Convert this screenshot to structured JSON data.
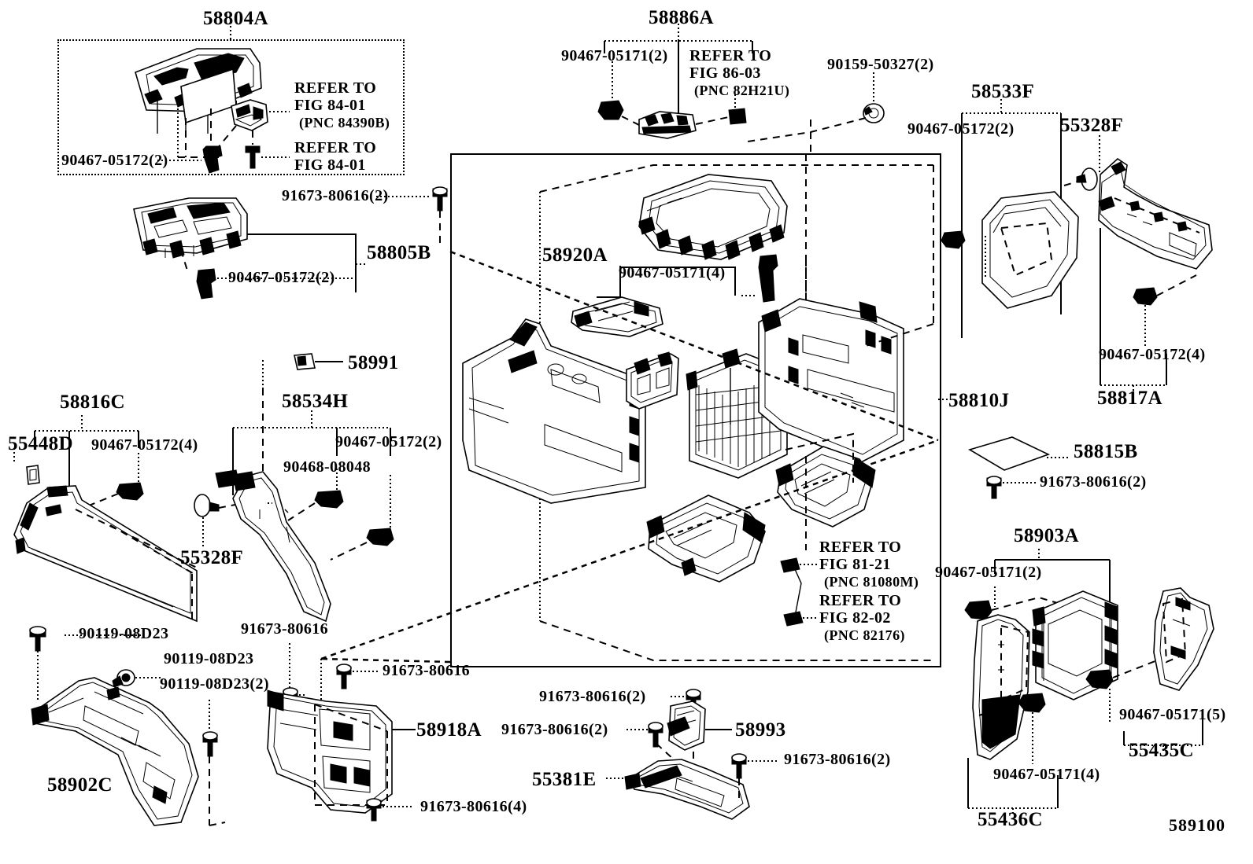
{
  "figure": {
    "number": "589100",
    "domain": "automotive-parts-diagram"
  },
  "groups": {
    "g58804A": {
      "callout": "58804A"
    },
    "g58886A": {
      "callout": "58886A"
    },
    "g58533F": {
      "callout": "58533F"
    },
    "g58817A": {
      "callout": "58817A"
    },
    "g58805B": {
      "callout": "58805B"
    },
    "g58816C": {
      "callout": "58816C"
    },
    "g58534H": {
      "callout": "58534H"
    },
    "g58903A": {
      "callout": "58903A"
    },
    "g55435C": {
      "callout": "55435C"
    },
    "g55436C": {
      "callout": "55436C"
    }
  },
  "labels": {
    "l58804A": "58804A",
    "l58886A": "58886A",
    "l58533F": "58533F",
    "l55328F_top": "55328F",
    "l58817A": "58817A",
    "l58805B": "58805B",
    "l58920A": "58920A",
    "l58810J": "58810J",
    "l58815B": "58815B",
    "l58816C": "58816C",
    "l55448D": "55448D",
    "l58991": "58991",
    "l58534H": "58534H",
    "l55328F_left": "55328F",
    "l58902C": "58902C",
    "l58918A": "58918A",
    "l58993": "58993",
    "l55381E": "55381E",
    "l58903A": "58903A",
    "l55435C": "55435C",
    "l55436C": "55436C",
    "p90467_05172_2_a": "90467-05172(2)",
    "p90467_05172_2_b": "90467-05172(2)",
    "p90467_05172_2_c": "90467-05172(2)",
    "p90467_05172_2_d": "90467-05172(2)",
    "p90467_05172_4_a": "90467-05172(4)",
    "p90467_05172_4_b": "90467-05172(4)",
    "p90467_05171_2_a": "90467-05171(2)",
    "p90467_05171_2_b": "90467-05171(2)",
    "p90467_05171_4_a": "90467-05171(4)",
    "p90467_05171_4_b": "90467-05171(4)",
    "p90467_05171_5": "90467-05171(5)",
    "p90468_08048": "90468-08048",
    "p90159_50327_2": "90159-50327(2)",
    "p91673_80616_2_a": "91673-80616(2)",
    "p91673_80616_2_b": "91673-80616(2)",
    "p91673_80616_2_c": "91673-80616(2)",
    "p91673_80616_2_d": "91673-80616(2)",
    "p91673_80616_2_e": "91673-80616(2)",
    "p91673_80616_4": "91673-80616(4)",
    "p91673_80616_a": "91673-80616",
    "p91673_80616_b": "91673-80616",
    "p90119_08D23_a": "90119-08D23",
    "p90119_08D23_b": "90119-08D23",
    "p90119_08D23_2": "90119-08D23(2)"
  },
  "refer_blocks": {
    "r1": {
      "line1": "REFER TO",
      "line2": "FIG 84-01",
      "line3": "(PNC 84390B)"
    },
    "r2": {
      "line1": "REFER TO",
      "line2": "FIG 84-01",
      "line3": ""
    },
    "r3": {
      "line1": "REFER TO",
      "line2": "FIG 86-03",
      "line3": "(PNC 82H21U)"
    },
    "r4": {
      "line1": "REFER TO",
      "line2": "FIG 81-21",
      "line3": "(PNC 81080M)"
    },
    "r5": {
      "line1": "REFER TO",
      "line2": "FIG 82-02",
      "line3": "(PNC 82176)"
    }
  },
  "colors": {
    "line": "#000000",
    "background": "#ffffff"
  }
}
